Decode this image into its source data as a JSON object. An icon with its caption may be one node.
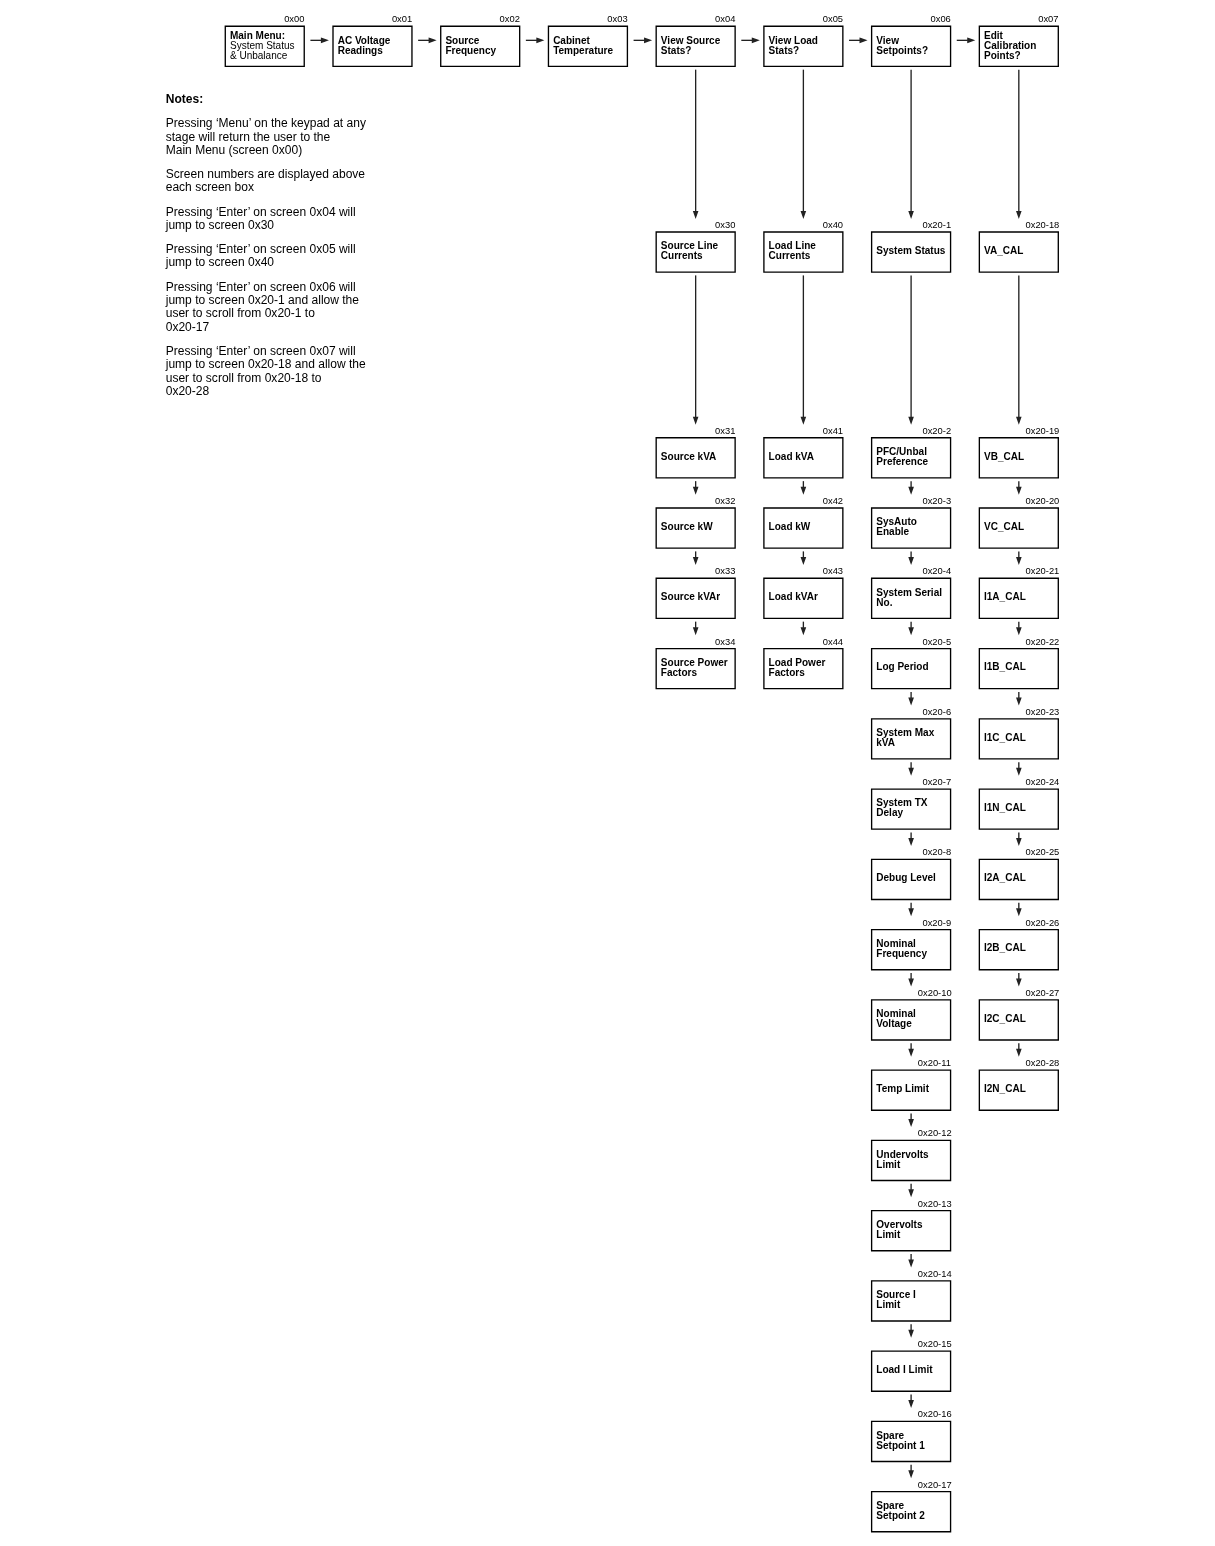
{
  "diagram": {
    "nodes": [
      {
        "text": [
          "Main Menu:",
          "System Status & Unbalance"
        ],
        "beside": [
          "0x00"
        ]
      },
      {
        "text": [
          "AC Voltage Readings"
        ],
        "beside": [
          "0x01"
        ]
      },
      {
        "text": [
          "Source Frequency"
        ],
        "beside": [
          "0x02"
        ]
      },
      {
        "text": [
          "Cabinet Temperature"
        ],
        "beside": [
          "0x03"
        ]
      },
      {
        "text": [
          "View Source Stats?"
        ],
        "beside": [
          "0x04"
        ]
      },
      {
        "text": [
          "View Load Stats?"
        ],
        "beside": [
          "0x05"
        ]
      },
      {
        "text": [
          "View Setpoints?"
        ],
        "beside": [
          "0x06"
        ]
      },
      {
        "text": [
          "Edit Calibration Points?"
        ],
        "beside": [
          "0x07"
        ]
      },
      {
        "text": [
          "Source Line Currents"
        ],
        "beside": [
          "0x30"
        ]
      },
      {
        "text": [
          "Source kVA"
        ],
        "beside": [
          "0x31"
        ]
      },
      {
        "text": [
          "Source kW"
        ],
        "beside": [
          "0x32"
        ]
      },
      {
        "text": [
          "Source kVAr"
        ],
        "beside": [
          "0x33"
        ]
      },
      {
        "text": [
          "Source Power Factors"
        ],
        "beside": [
          "0x34"
        ]
      },
      {
        "text": [
          "Load Line Currents"
        ],
        "beside": [
          "0x40"
        ]
      },
      {
        "text": [
          "Load kVA"
        ],
        "beside": [
          "0x41"
        ]
      },
      {
        "text": [
          "Load kW"
        ],
        "beside": [
          "0x42"
        ]
      },
      {
        "text": [
          "Load kVAr"
        ],
        "beside": [
          "0x43"
        ]
      },
      {
        "text": [
          "Load Power Factors"
        ],
        "beside": [
          "0x44"
        ]
      },
      {
        "text": [
          "System Status"
        ],
        "beside": [
          "0x20-1"
        ]
      },
      {
        "text": [
          "PFC/Unbal Preference"
        ],
        "beside": [
          "0x20-2"
        ]
      },
      {
        "text": [
          "SysAuto Enable"
        ],
        "beside": [
          "0x20-3"
        ]
      },
      {
        "text": [
          "System Serial No."
        ],
        "beside": [
          "0x20-4"
        ]
      },
      {
        "text": [
          "Log Period"
        ],
        "beside": [
          "0x20-5"
        ]
      },
      {
        "text": [
          "System Max kVA"
        ],
        "beside": [
          "0x20-6"
        ]
      },
      {
        "text": [
          "System TX Delay"
        ],
        "beside": [
          "0x20-7"
        ]
      },
      {
        "text": [
          "Debug Level"
        ],
        "beside": [
          "0x20-8"
        ]
      },
      {
        "text": [
          "Nominal Frequency"
        ],
        "beside": [
          "0x20-9"
        ]
      },
      {
        "text": [
          "Nominal Voltage"
        ],
        "beside": [
          "0x20-10"
        ]
      },
      {
        "text": [
          "Temp Limit"
        ],
        "beside": [
          "0x20-11"
        ]
      },
      {
        "text": [
          "Undervolts Limit"
        ],
        "beside": [
          "0x20-12"
        ]
      },
      {
        "text": [
          "Overvolts Limit"
        ],
        "beside": [
          "0x20-13"
        ]
      },
      {
        "text": [
          "Source I Limit"
        ],
        "beside": [
          "0x20-14"
        ]
      },
      {
        "text": [
          "Load I Limit"
        ],
        "beside": [
          "0x20-15"
        ]
      },
      {
        "text": [
          "Spare Setpoint 1"
        ],
        "beside": [
          "0x20-16"
        ]
      },
      {
        "text": [
          "Spare Setpoint 2"
        ],
        "beside": [
          "0x20-17"
        ]
      },
      {
        "text": [
          "VA_CAL"
        ],
        "beside": [
          "0x20-18"
        ]
      },
      {
        "text": [
          "VB_CAL"
        ],
        "beside": [
          "0x20-19"
        ]
      },
      {
        "text": [
          "VC_CAL"
        ],
        "beside": [
          "0x20-20"
        ]
      },
      {
        "text": [
          "I1A_CAL"
        ],
        "beside": [
          "0x20-21"
        ]
      },
      {
        "text": [
          "I1B_CAL"
        ],
        "beside": [
          "0x20-22"
        ]
      },
      {
        "text": [
          "I1C_CAL"
        ],
        "beside": [
          "0x20-23"
        ]
      },
      {
        "text": [
          "I1N_CAL"
        ],
        "beside": [
          "0x20-24"
        ]
      },
      {
        "text": [
          "I2A_CAL"
        ],
        "beside": [
          "0x20-25"
        ]
      },
      {
        "text": [
          "I2B_CAL"
        ],
        "beside": [
          "0x20-26"
        ]
      },
      {
        "text": [
          "I2C_CAL"
        ],
        "beside": [
          "0x20-27"
        ]
      },
      {
        "text": [
          "I2N_CAL"
        ],
        "beside": [
          "0x20-28"
        ]
      }
    ],
    "edges": [
      {
        "from": 0,
        "to": 1,
        "arrow": "to"
      },
      {
        "from": 1,
        "to": 2,
        "arrow": "to"
      },
      {
        "from": 2,
        "to": 3,
        "arrow": "to"
      },
      {
        "from": 3,
        "to": 4,
        "arrow": "to"
      },
      {
        "from": 4,
        "to": 5,
        "arrow": "to"
      },
      {
        "from": 5,
        "to": 6,
        "arrow": "to"
      },
      {
        "from": 6,
        "to": 7,
        "arrow": "to"
      },
      {
        "from": 4,
        "to": 8,
        "arrow": "to"
      },
      {
        "from": 8,
        "to": 9,
        "arrow": "to"
      },
      {
        "from": 9,
        "to": 10,
        "arrow": "to"
      },
      {
        "from": 10,
        "to": 11,
        "arrow": "to"
      },
      {
        "from": 11,
        "to": 12,
        "arrow": "to"
      },
      {
        "from": 5,
        "to": 13,
        "arrow": "to"
      },
      {
        "from": 13,
        "to": 14,
        "arrow": "to"
      },
      {
        "from": 14,
        "to": 15,
        "arrow": "to"
      },
      {
        "from": 15,
        "to": 16,
        "arrow": "to"
      },
      {
        "from": 16,
        "to": 17,
        "arrow": "to"
      },
      {
        "from": 6,
        "to": 18,
        "arrow": "to"
      },
      {
        "from": 18,
        "to": 19,
        "arrow": "to"
      },
      {
        "from": 19,
        "to": 20,
        "arrow": "to"
      },
      {
        "from": 20,
        "to": 21,
        "arrow": "to"
      },
      {
        "from": 21,
        "to": 22,
        "arrow": "to"
      },
      {
        "from": 22,
        "to": 23,
        "arrow": "to"
      },
      {
        "from": 23,
        "to": 24,
        "arrow": "to"
      },
      {
        "from": 24,
        "to": 25,
        "arrow": "to"
      },
      {
        "from": 25,
        "to": 26,
        "arrow": "to"
      },
      {
        "from": 26,
        "to": 27,
        "arrow": "to"
      },
      {
        "from": 27,
        "to": 28,
        "arrow": "to"
      },
      {
        "from": 28,
        "to": 29,
        "arrow": "to"
      },
      {
        "from": 29,
        "to": 30,
        "arrow": "to"
      },
      {
        "from": 30,
        "to": 31,
        "arrow": "to"
      },
      {
        "from": 31,
        "to": 32,
        "arrow": "to"
      },
      {
        "from": 32,
        "to": 33,
        "arrow": "to"
      },
      {
        "from": 33,
        "to": 34,
        "arrow": "to"
      },
      {
        "from": 7,
        "to": 35,
        "arrow": "to"
      },
      {
        "from": 35,
        "to": 36,
        "arrow": "to"
      },
      {
        "from": 36,
        "to": 37,
        "arrow": "to"
      },
      {
        "from": 37,
        "to": 38,
        "arrow": "to"
      },
      {
        "from": 38,
        "to": 39,
        "arrow": "to"
      },
      {
        "from": 39,
        "to": 40,
        "arrow": "to"
      },
      {
        "from": 40,
        "to": 41,
        "arrow": "to"
      },
      {
        "from": 41,
        "to": 42,
        "arrow": "to"
      },
      {
        "from": 42,
        "to": 43,
        "arrow": "to"
      },
      {
        "from": 43,
        "to": 44,
        "arrow": "to"
      },
      {
        "from": 44,
        "to": 45,
        "arrow": "to"
      }
    ],
    "labels": [
      "Notes:",
      "Pressing ‘Menu’ on the keypad at any stage will return the user to the Main Menu (screen 0x00)",
      "Screen numbers are displayed above each screen box",
      "Pressing ‘Enter’ on screen 0x04 will jump to screen 0x30",
      "Pressing ‘Enter’ on screen 0x05 will jump to screen 0x40",
      "Pressing ‘Enter’ on screen 0x06 will jump to screen 0x20-1 and allow the user to scroll from 0x20-1 to 0x20-17",
      "Pressing ‘Enter’ on screen 0x07 will jump to screen 0x20-18 and allow the user to scroll from 0x20-18 to 0x20-28"
    ]
  }
}
